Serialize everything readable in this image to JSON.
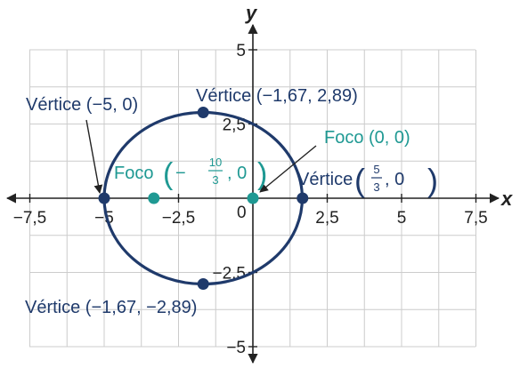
{
  "chart_data": {
    "type": "scatter",
    "xlabel": "x",
    "ylabel": "y",
    "xlim": [
      -7.5,
      7.5
    ],
    "ylim": [
      -5,
      5
    ],
    "grid": true,
    "x_ticks": [
      -7.5,
      -5,
      -2.5,
      2.5,
      5,
      7.5
    ],
    "x_tick_labels": [
      "−7,5",
      "−5",
      "−2,5",
      "2,5",
      "5",
      "7,5"
    ],
    "y_ticks": [
      5,
      2.5,
      -2.5,
      -5
    ],
    "y_tick_labels": [
      "5",
      "2,5",
      "−2,5",
      "−5"
    ],
    "origin_label": "0",
    "ellipse": {
      "center": [
        -1.67,
        0
      ],
      "rx": 3.33,
      "ry": 2.89
    },
    "points": [
      {
        "role": "vertex",
        "x": -5,
        "y": 0
      },
      {
        "role": "vertex",
        "x": -1.67,
        "y": 2.89
      },
      {
        "role": "vertex",
        "x": 1.67,
        "y": 0
      },
      {
        "role": "vertex",
        "x": -1.67,
        "y": -2.89
      },
      {
        "role": "focus",
        "x": -3.33,
        "y": 0
      },
      {
        "role": "focus",
        "x": 0,
        "y": 0
      }
    ],
    "annotations": {
      "vertex_left": "Vértice (−5, 0)",
      "vertex_top": "Vértice (−1,67, 2,89)",
      "vertex_bottom": "Vértice (−1,67, −2,89)",
      "vertex_right_word": "Vértice",
      "vertex_right_num": "5",
      "vertex_right_den": "3",
      "vertex_right_tail": ", 0",
      "focus_right": "Foco (0, 0)",
      "focus_left_word": "Foco",
      "focus_left_sign": "−",
      "focus_left_num": "10",
      "focus_left_den": "3",
      "focus_left_tail": ", 0"
    },
    "colors": {
      "ellipse": "#1f3a6b",
      "vertex": "#1f3a6b",
      "focus": "#1f9993",
      "grid": "#cccccc",
      "axis": "#222222"
    }
  }
}
